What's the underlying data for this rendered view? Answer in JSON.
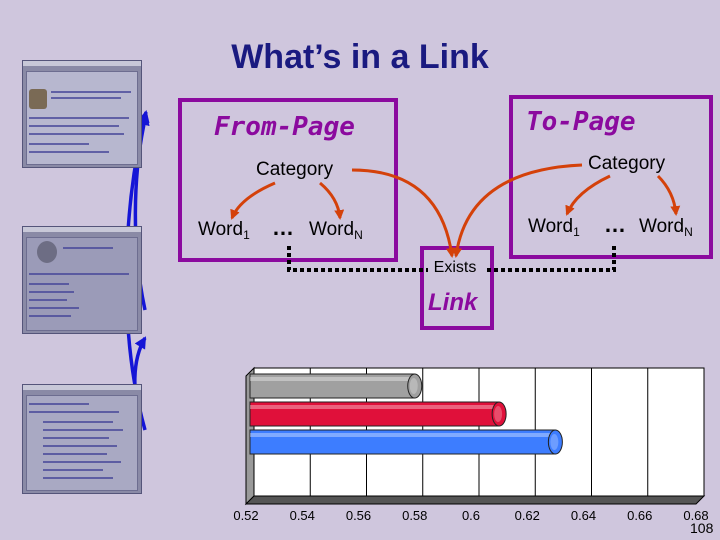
{
  "title": "What’s in a Link",
  "diagram": {
    "from_page": {
      "label": "From-Page",
      "category": "Category",
      "word_first": "Word",
      "word_first_sub": "1",
      "word_last": "Word",
      "word_last_sub": "N",
      "ellipsis": "…"
    },
    "to_page": {
      "label": "To-Page",
      "category": "Category",
      "word_first": "Word",
      "word_first_sub": "1",
      "word_last": "Word",
      "word_last_sub": "N",
      "ellipsis": "…"
    },
    "exists_label": "Exists",
    "link_label": "Link",
    "colors": {
      "frame": "#8b0a9e",
      "arrow": "#d4410a",
      "blue_arrow": "#1515d6",
      "title": "#1a1a80"
    }
  },
  "chart_data": {
    "type": "bar",
    "orientation": "horizontal",
    "title": "",
    "xlabel": "",
    "ylabel": "",
    "xlim": [
      0.52,
      0.68
    ],
    "tick_labels": [
      "0.52",
      "0.54",
      "0.56",
      "0.58",
      "0.6",
      "0.62",
      "0.64",
      "0.66",
      "0.68"
    ],
    "series": [
      {
        "values": [
          0.58
        ],
        "color": "#a0a0a0"
      },
      {
        "values": [
          0.61
        ],
        "color": "#e0103a"
      },
      {
        "values": [
          0.63
        ],
        "color": "#3d7dff"
      }
    ],
    "grid": true,
    "style": "3d-cylinder"
  },
  "slide_number": "108"
}
